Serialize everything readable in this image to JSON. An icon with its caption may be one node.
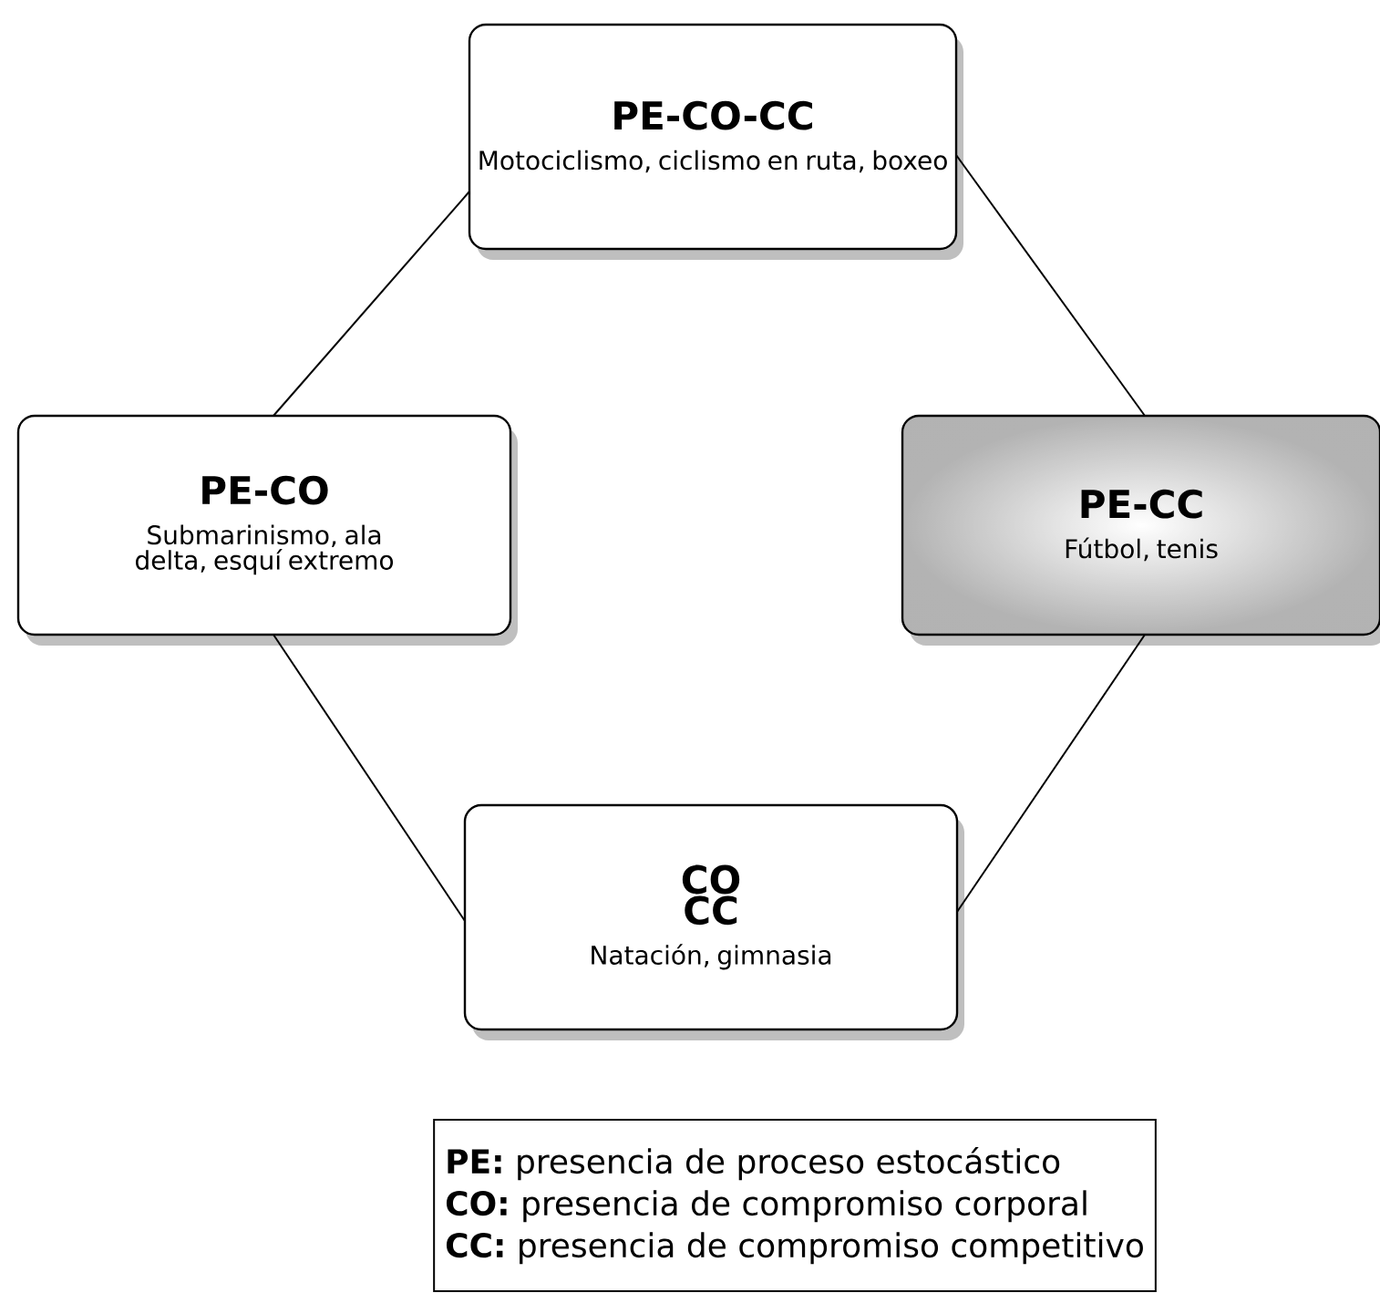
{
  "diagram": {
    "nodes": [
      {
        "text": [
          "PE-CO-CC",
          "Motociclismo, ciclismo en ruta, boxeo"
        ]
      },
      {
        "text": [
          "PE-CO",
          "Submarinismo, ala delta, esquí extremo"
        ]
      },
      {
        "text": [
          "PE-CC",
          "Fútbol, tenis"
        ]
      },
      {
        "text": [
          "CO",
          "CC",
          "Natación, gimnasia"
        ]
      },
      {
        "text": [
          "**PE:** presencia de proceso estocástico",
          "**CO:** presencia de compromiso corporal",
          "**CC:** presencia de compromiso competitivo"
        ]
      }
    ],
    "edges": [
      {
        "from": 0,
        "to": 1,
        "arrow": "none"
      },
      {
        "from": 0,
        "to": 2,
        "arrow": "none"
      },
      {
        "from": 1,
        "to": 3,
        "arrow": "none"
      },
      {
        "from": 2,
        "to": 3,
        "arrow": "none"
      }
    ]
  }
}
